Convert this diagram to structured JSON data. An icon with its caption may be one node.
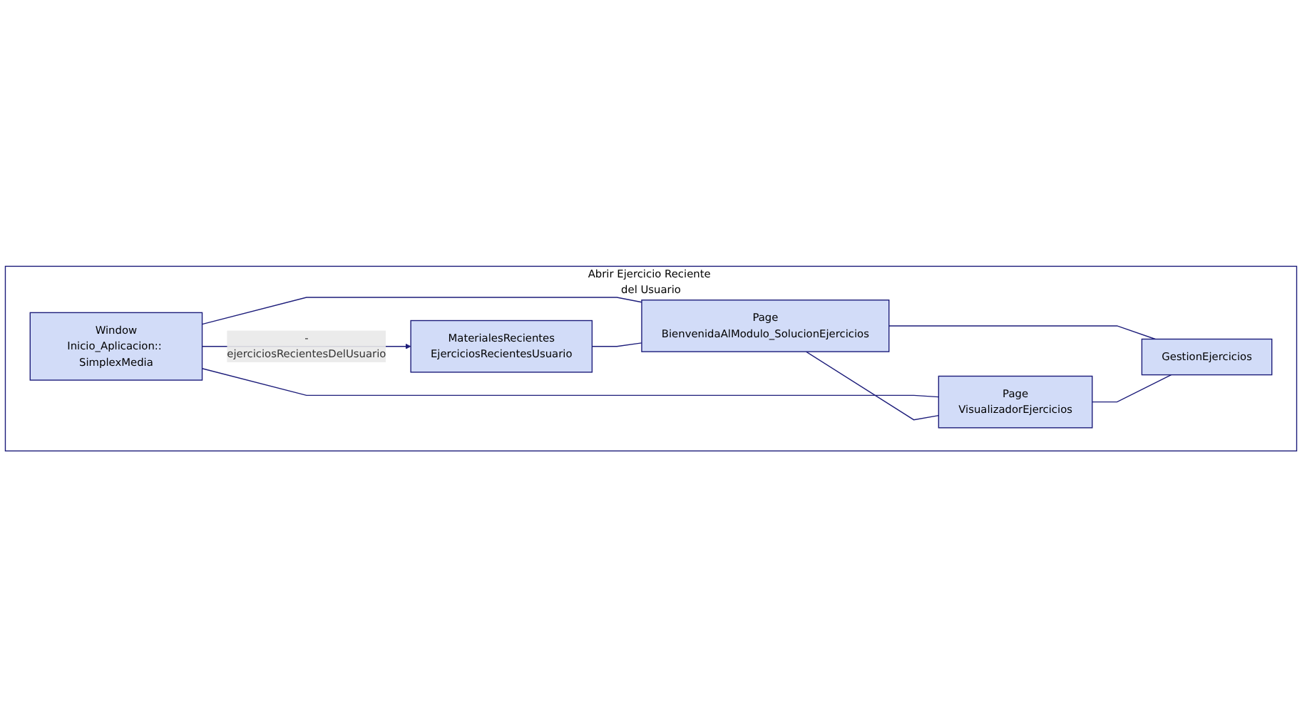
{
  "diagram": {
    "nodes": [
      {
        "text": [
          "Abrir Ejercicio Reciente del Usuario"
        ]
      },
      {
        "text": [
          "Window",
          "Inicio_Aplicacion:: SimplexMedia"
        ],
        "in": 0
      },
      {
        "text": [
          "MaterialesRecientes",
          "EjerciciosRecientesUsuario"
        ],
        "in": 0
      },
      {
        "text": [
          "Page",
          "BienvenidaAlModulo_SolucionEjercicios"
        ],
        "in": 0
      },
      {
        "text": [
          "Page",
          "VisualizadorEjercicios"
        ],
        "in": 0
      },
      {
        "text": [
          "GestionEjercicios"
        ],
        "in": 0
      }
    ],
    "edges": [
      {
        "from": 1,
        "to": 2,
        "arrow": "to",
        "label": "-ejerciciosRecientesDelUsuario"
      },
      {
        "from": 1,
        "to": 3,
        "arrow": "none"
      },
      {
        "from": 2,
        "to": 3,
        "arrow": "none"
      },
      {
        "from": 1,
        "to": 4,
        "arrow": "none"
      },
      {
        "from": 3,
        "to": 4,
        "arrow": "none"
      },
      {
        "from": 3,
        "to": 5,
        "arrow": "none"
      },
      {
        "from": 4,
        "to": 5,
        "arrow": "none"
      }
    ]
  }
}
